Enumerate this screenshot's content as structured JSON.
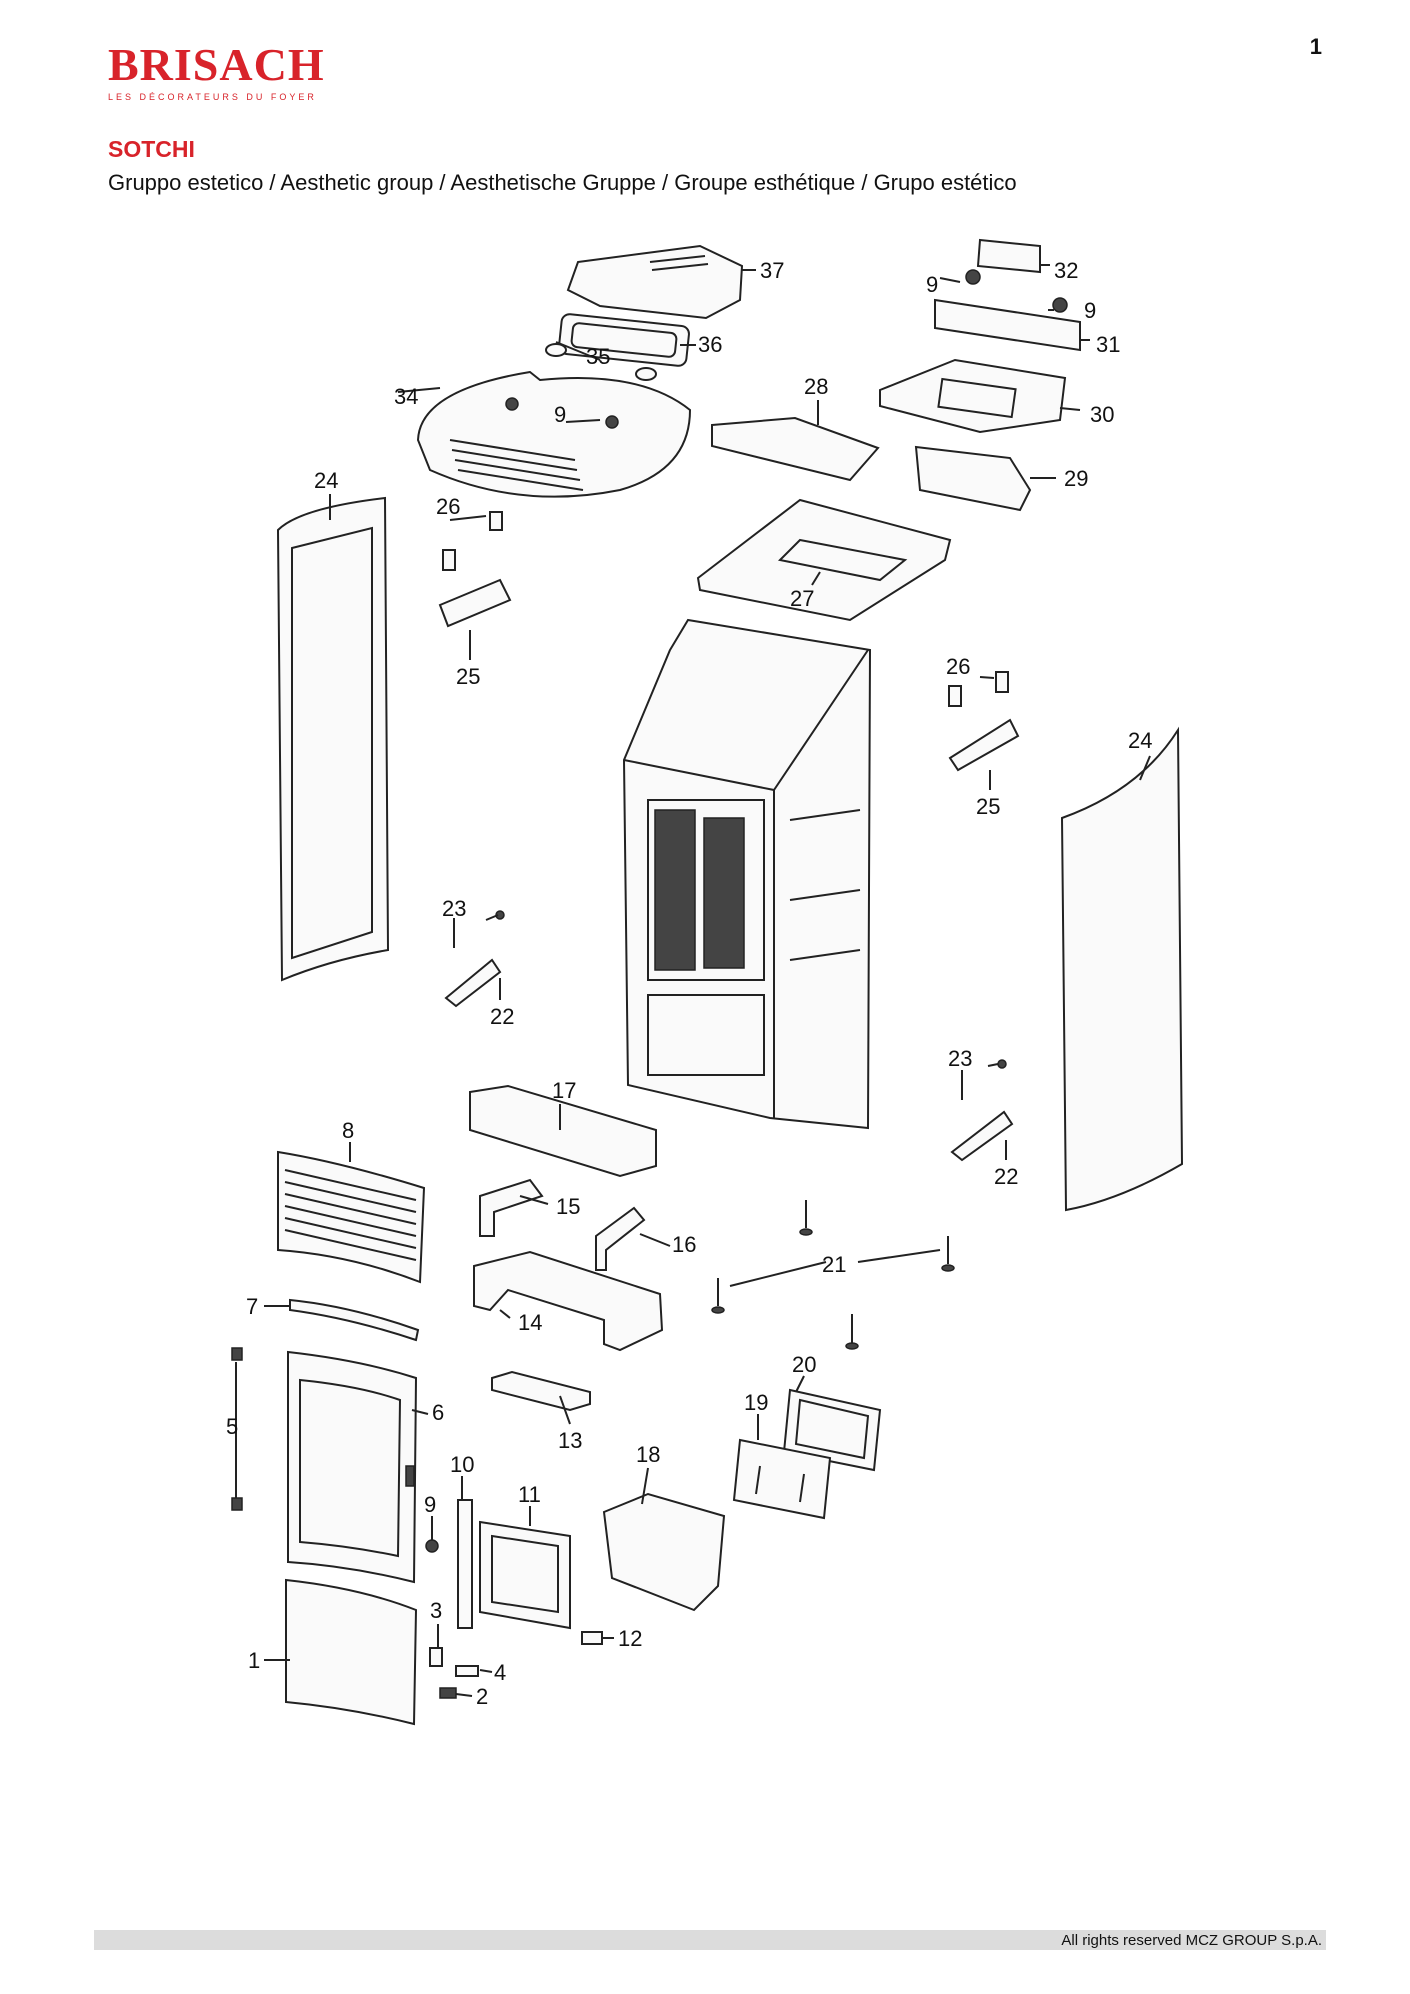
{
  "page_number": "1",
  "logo": {
    "brand": "BRISACH",
    "tagline": "LES DÉCORATEURS DU FOYER"
  },
  "product_name": "SOTCHI",
  "subtitle": "Gruppo estetico / Aesthetic group / Aesthetische Gruppe / Groupe esthétique / Grupo estético",
  "callouts": [
    "37",
    "32",
    "9",
    "9",
    "31",
    "36",
    "35",
    "34",
    "9",
    "28",
    "30",
    "29",
    "24",
    "26",
    "25",
    "27",
    "26",
    "24",
    "25",
    "23",
    "22",
    "17",
    "23",
    "22",
    "8",
    "15",
    "16",
    "21",
    "14",
    "7",
    "20",
    "5",
    "6",
    "19",
    "13",
    "18",
    "10",
    "9",
    "11",
    "12",
    "3",
    "4",
    "1",
    "2"
  ],
  "footer": "All rights reserved MCZ GROUP S.p.A."
}
